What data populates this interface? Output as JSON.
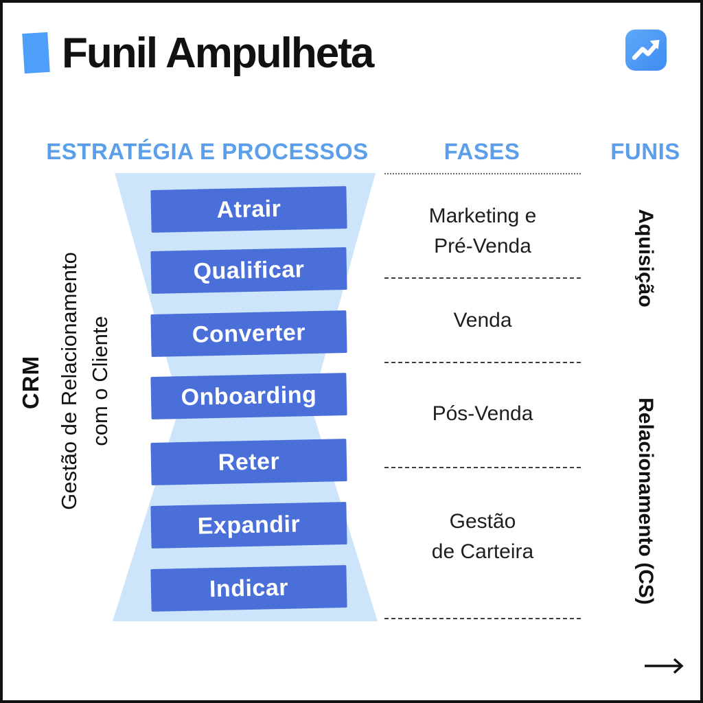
{
  "title": "Funil Ampulheta",
  "icons": {
    "header_badge": "trending-up",
    "footer_nav": "arrow-right"
  },
  "columns": {
    "strategy": "ESTRATÉGIA E PROCESSOS",
    "phases": "FASES",
    "funnels": "FUNIS"
  },
  "crm": {
    "label": "CRM",
    "description_lines": [
      "Gestão de Relacionamento",
      "com o Cliente"
    ]
  },
  "steps": [
    "Atrair",
    "Qualificar",
    "Converter",
    "Onboarding",
    "Reter",
    "Expandir",
    "Indicar"
  ],
  "phases": [
    {
      "lines": [
        "Marketing e",
        "Pré-Venda"
      ]
    },
    {
      "lines": [
        "Venda"
      ]
    },
    {
      "lines": [
        "Pós-Venda"
      ]
    },
    {
      "lines": [
        "Gestão",
        "de Carteira"
      ]
    }
  ],
  "funnels": [
    "Aquisição",
    "Relacionamento (CS)"
  ],
  "colors": {
    "bar_blue": "#4A6FD8",
    "hourglass_blue": "#CCE5FA",
    "heading_blue": "#5B9EE9",
    "accent_blue": "#4D9FFB",
    "text_black": "#111111"
  }
}
